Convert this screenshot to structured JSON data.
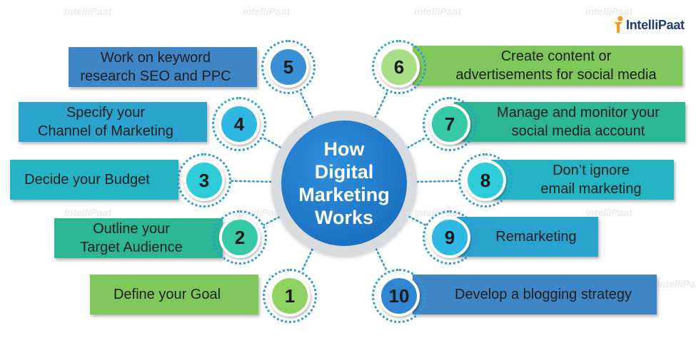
{
  "logo": {
    "text": "IntelliPaat",
    "icon": "person-logo-icon",
    "accent": "#f39a1f",
    "brand": "#1f3d7a"
  },
  "center": {
    "lines": [
      "How",
      "Digital",
      "Marketing",
      "Works"
    ],
    "color": "#1a73c9"
  },
  "steps": [
    {
      "number": "1",
      "lines": [
        "Define your Goal"
      ],
      "side": "left",
      "bar_color": "#7fc75a",
      "circle_color": "#8ed361"
    },
    {
      "number": "2",
      "lines": [
        "Outline your",
        "Target Audience"
      ],
      "side": "left",
      "bar_color": "#2bb794",
      "circle_color": "#35c9a6"
    },
    {
      "number": "3",
      "lines": [
        "Decide your Budget"
      ],
      "side": "left",
      "bar_color": "#23b5c4",
      "circle_color": "#2ecbd8"
    },
    {
      "number": "4",
      "lines": [
        "Specify your",
        "Channel of Marketing"
      ],
      "side": "left",
      "bar_color": "#2aa3cf",
      "circle_color": "#30b8e4"
    },
    {
      "number": "5",
      "lines": [
        "Work on keyword",
        "research SEO and PPC"
      ],
      "side": "left",
      "bar_color": "#3f86c7",
      "circle_color": "#3990d6"
    },
    {
      "number": "6",
      "lines": [
        "Create content or",
        "advertisements for social media"
      ],
      "side": "right",
      "bar_color": "#7fc75a",
      "circle_color": "#a8df84"
    },
    {
      "number": "7",
      "lines": [
        "Manage and monitor your",
        "social media account"
      ],
      "side": "right",
      "bar_color": "#2bb794",
      "circle_color": "#35c9a6"
    },
    {
      "number": "8",
      "lines": [
        "Don’t ignore",
        "email marketing"
      ],
      "side": "right",
      "bar_color": "#23b5c4",
      "circle_color": "#2ecbd8"
    },
    {
      "number": "9",
      "lines": [
        "Remarketing"
      ],
      "side": "right",
      "bar_color": "#2aa3cf",
      "circle_color": "#30b8e4"
    },
    {
      "number": "10",
      "lines": [
        "Develop a blogging strategy"
      ],
      "side": "right",
      "bar_color": "#3f86c7",
      "circle_color": "#2f86d2"
    }
  ],
  "connector_color": "#2b9bd6"
}
